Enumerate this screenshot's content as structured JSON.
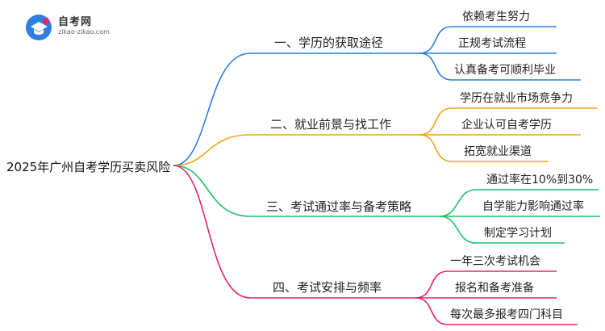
{
  "logo": {
    "name": "自考网",
    "url": "zikao-zikao.com"
  },
  "root": "2025年广州自考学历买卖风险",
  "branches": [
    {
      "label": "一、学历的获取途径",
      "color": "#2f7fe0",
      "leaves": [
        "依赖考生努力",
        "正规考试流程",
        "认真备考可顺利毕业"
      ]
    },
    {
      "label": "二、就业前景与找工作",
      "color": "#f2a413",
      "leaves": [
        "学历在就业市场竞争力",
        "企业认可自考学历",
        "拓宽就业渠道"
      ]
    },
    {
      "label": "三、考试通过率与备考策略",
      "color": "#1fbf6a",
      "leaves": [
        "通过率在10%到30%",
        "自学能力影响通过率",
        "制定学习计划"
      ]
    },
    {
      "label": "四、考试安排与频率",
      "color": "#e8236a",
      "leaves": [
        "一年三次考试机会",
        "报名和备考准备",
        "每次最多报考四门科目"
      ]
    }
  ]
}
